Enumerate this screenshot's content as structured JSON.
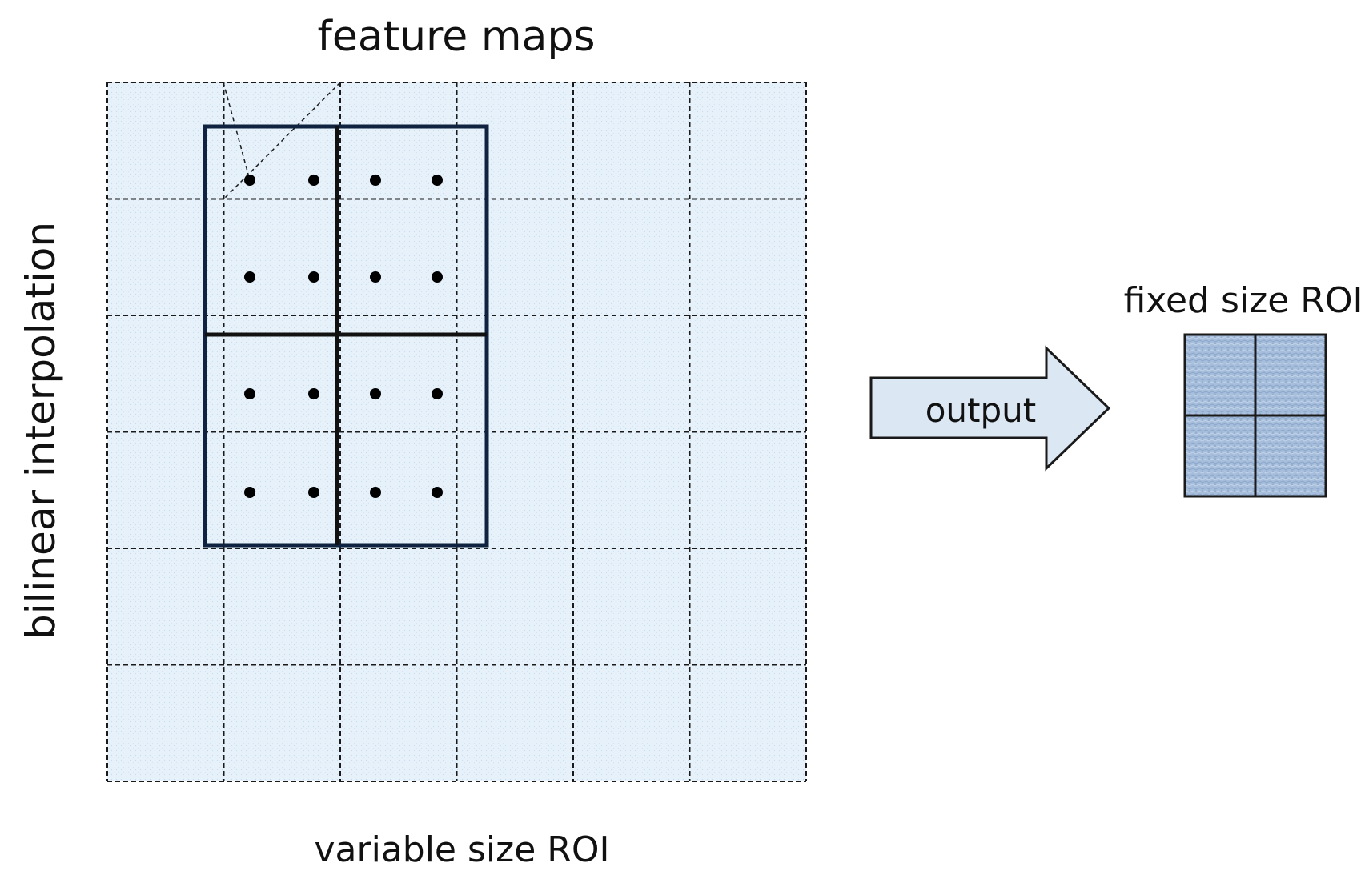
{
  "diagram": {
    "title": "feature maps",
    "left_label": "bilinear interpolation",
    "bottom_label": "variable size ROI",
    "arrow_label": "output",
    "output_label": "fixed size ROI",
    "feature_grid": {
      "rows": 6,
      "cols": 6
    },
    "roi_bins": {
      "rows": 2,
      "cols": 2
    },
    "samples_per_bin": {
      "rows": 2,
      "cols": 2
    },
    "output_bins": {
      "rows": 2,
      "cols": 2
    },
    "colors": {
      "feature_map_fill": "#e6f1fa",
      "grid_line": "#1a1a1a",
      "roi_border": "#0f2340",
      "roi_divider": "#111111",
      "sample_point": "#000000",
      "arrow_fill": "#dce7f4",
      "arrow_stroke": "#1a1a1a",
      "output_fill": "#a6bedb",
      "output_stroke": "#1a1a1a"
    }
  }
}
